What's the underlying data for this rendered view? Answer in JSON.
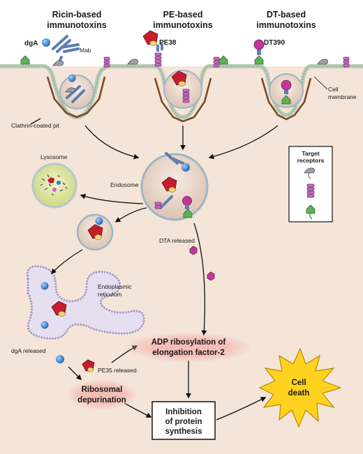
{
  "headers": {
    "ricin": [
      "Ricin-based",
      "immunotoxins"
    ],
    "pe": [
      "PE-based",
      "immunotoxins"
    ],
    "dt": [
      "DT-based",
      "immunotoxins"
    ]
  },
  "labels": {
    "dga": "dgA",
    "mab": "Mab",
    "pe38": "PE38",
    "dt390": "DT390",
    "cell_membrane": [
      "Cell",
      "membrane"
    ],
    "clathrin_pit": "Clathrin-coated pit",
    "lysosome": "Lysosome",
    "endosome": "Endosome",
    "dta_released": "DTA released",
    "er": [
      "Endoplasmic",
      "reticulum"
    ],
    "dga_released": "dgA released",
    "pe35_released": "PE35 released"
  },
  "legend": {
    "title": [
      "Target",
      "receptors"
    ]
  },
  "processes": {
    "adp": [
      "ADP ribosylation of",
      "elongation factor-2"
    ],
    "depurination": [
      "Ribosomal",
      "depurination"
    ],
    "inhibition": [
      "Inhibition",
      "of protein",
      "synthesis"
    ],
    "death": [
      "Cell",
      "death"
    ]
  },
  "colors": {
    "background": "#f4e5d8",
    "extracellular": "#ffffff",
    "membrane": "#b9ccb6",
    "clathrin": "#7a4a2a",
    "dga_ball": "#2f7fd0",
    "pe_toxin": "#c41e2c",
    "pe_domain": "#f1d77a",
    "dt_toxin": "#c2389a",
    "receptor_green": "#5fae5a",
    "receptor_purple": "#c56cc4",
    "er_fill": "#e6dff0",
    "er_edge": "#8a79b8",
    "glow": "#f3b9b3",
    "death_burst": "#ffd21f"
  }
}
